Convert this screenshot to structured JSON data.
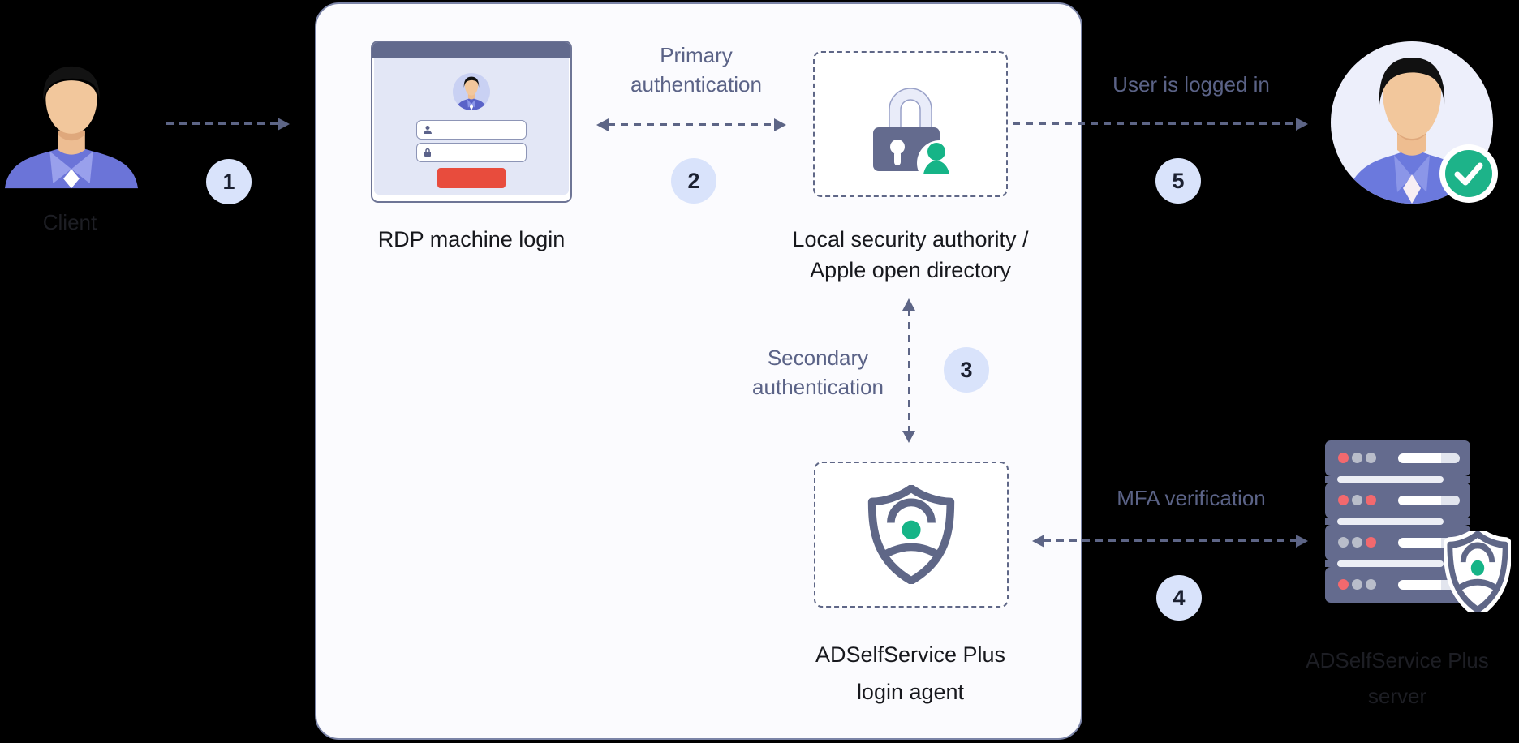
{
  "diagram": {
    "nodes": {
      "client": {
        "label": "Client"
      },
      "rdp_window": {
        "label": "RDP machine login"
      },
      "local_security_authority": {
        "label_lines": [
          "Local security authority /",
          "Apple open directory"
        ]
      },
      "adssp_login_agent": {
        "label_lines": [
          "ADSelfService Plus",
          "login agent"
        ]
      },
      "adssp_server": {
        "label_lines": [
          "ADSelfService Plus",
          "server"
        ]
      },
      "logged_in_user": {
        "status": "success-check"
      }
    },
    "steps": [
      {
        "number": "1",
        "label_lines": []
      },
      {
        "number": "2",
        "label_lines": [
          "Primary",
          "authentication"
        ]
      },
      {
        "number": "3",
        "label_lines": [
          "Secondary",
          "authentication"
        ]
      },
      {
        "number": "4",
        "label_lines": [
          "MFA verification"
        ]
      },
      {
        "number": "5",
        "label_lines": [
          "User is logged in"
        ]
      }
    ],
    "colors": {
      "background": "#000000",
      "card_background": "#fbfbfe",
      "card_border": "#7b84a7",
      "slate": "#5d6586",
      "label_dark": "#17181d",
      "label_on_background": "#1d1e24",
      "badge_background": "#d9e3fb",
      "accent_green": "#16b487",
      "accent_red": "#e84c3d",
      "server_body": "#646b8e",
      "server_dot_red": "#f3696e",
      "server_dot_gray": "#b9bdca"
    }
  }
}
